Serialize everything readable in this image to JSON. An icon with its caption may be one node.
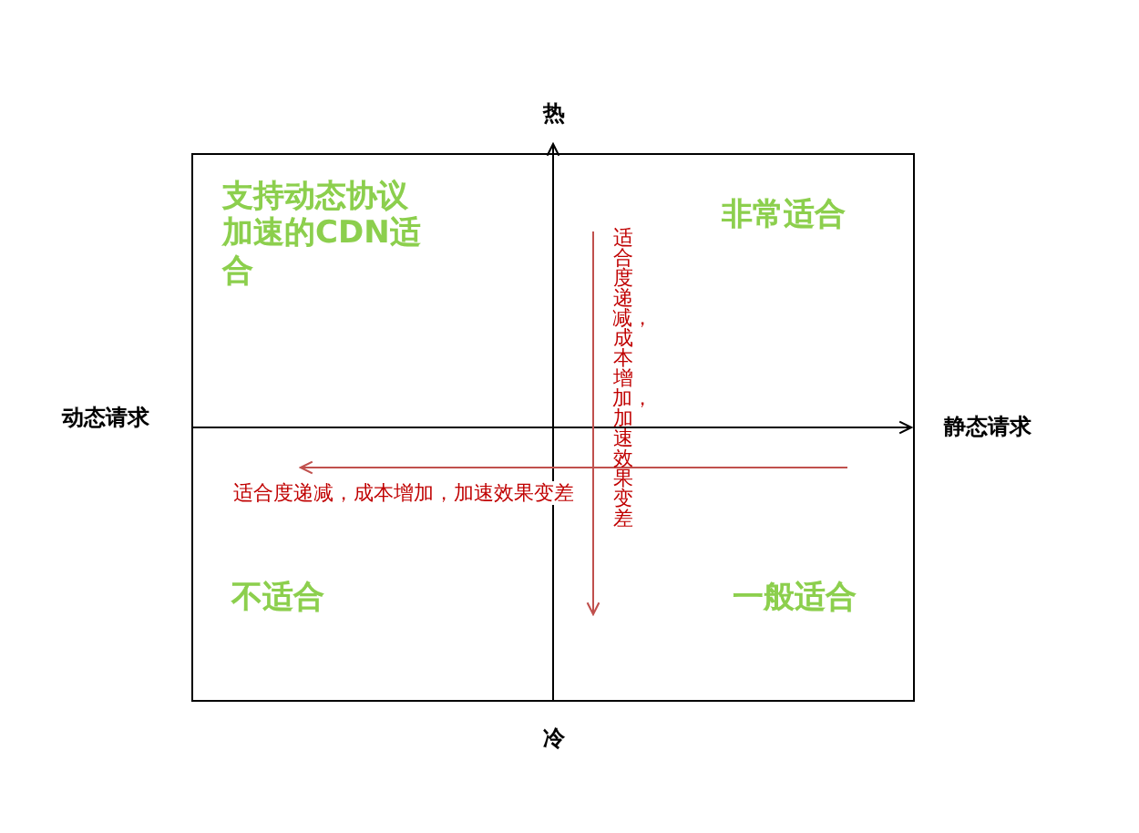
{
  "diagram": {
    "labels": [
      "热",
      "支持动态协议加速的CDN适合",
      "非常适合",
      "适合度递减，成本增加，加速效果变差",
      "动态请求",
      "静态请求",
      "适合度递减，成本增加，加速效果变差",
      "不适合",
      "一般适合",
      "冷"
    ]
  }
}
